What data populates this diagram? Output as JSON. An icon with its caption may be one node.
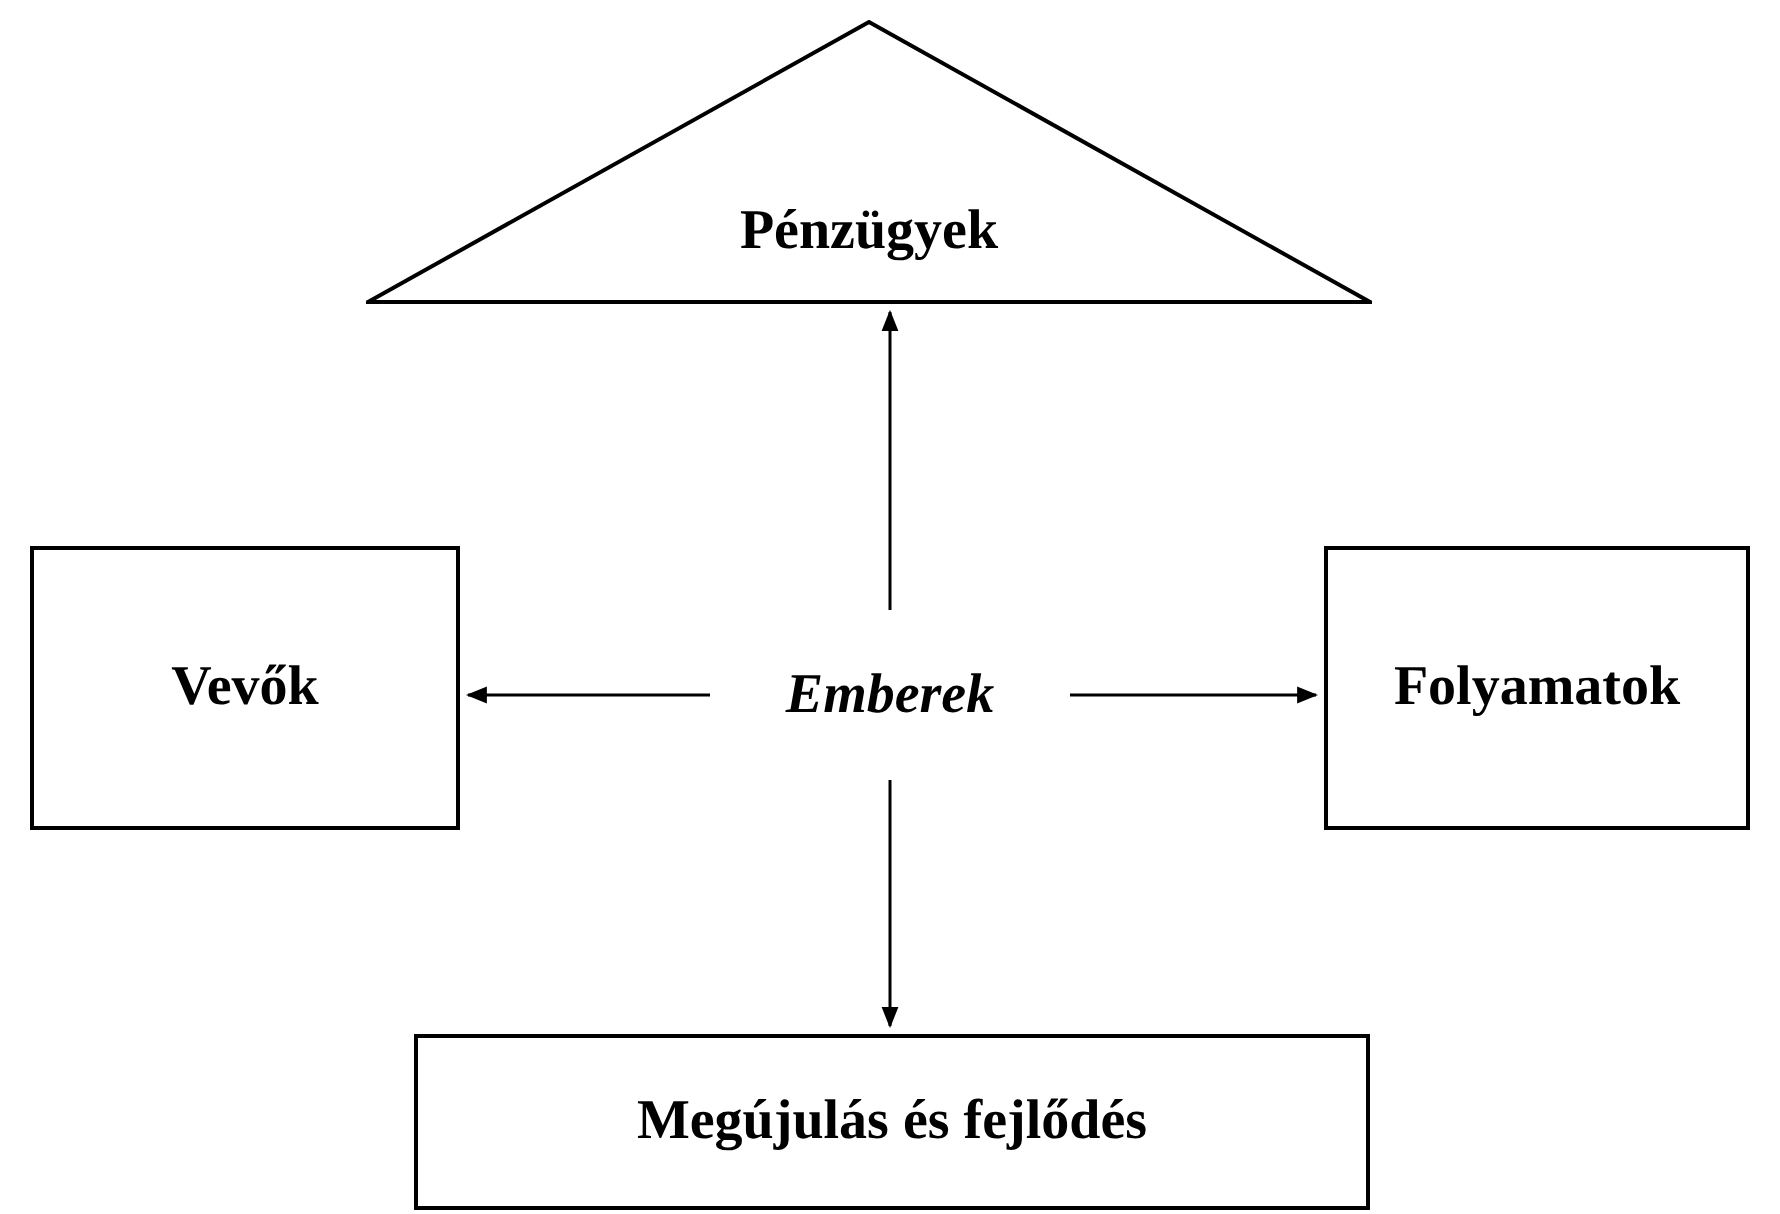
{
  "diagram": {
    "nodes": [
      {
        "text": [
          "Pénzügyek"
        ]
      },
      {
        "text": [
          "Vevők"
        ]
      },
      {
        "text": [
          "Emberek"
        ]
      },
      {
        "text": [
          "Folyamatok"
        ]
      },
      {
        "text": [
          "Megújulás és fejlődés"
        ]
      }
    ],
    "edges": [
      {
        "from": 2,
        "to": 0,
        "arrow": "to"
      },
      {
        "from": 2,
        "to": 1,
        "arrow": "to"
      },
      {
        "from": 2,
        "to": 3,
        "arrow": "to"
      },
      {
        "from": 2,
        "to": 4,
        "arrow": "to"
      }
    ]
  }
}
